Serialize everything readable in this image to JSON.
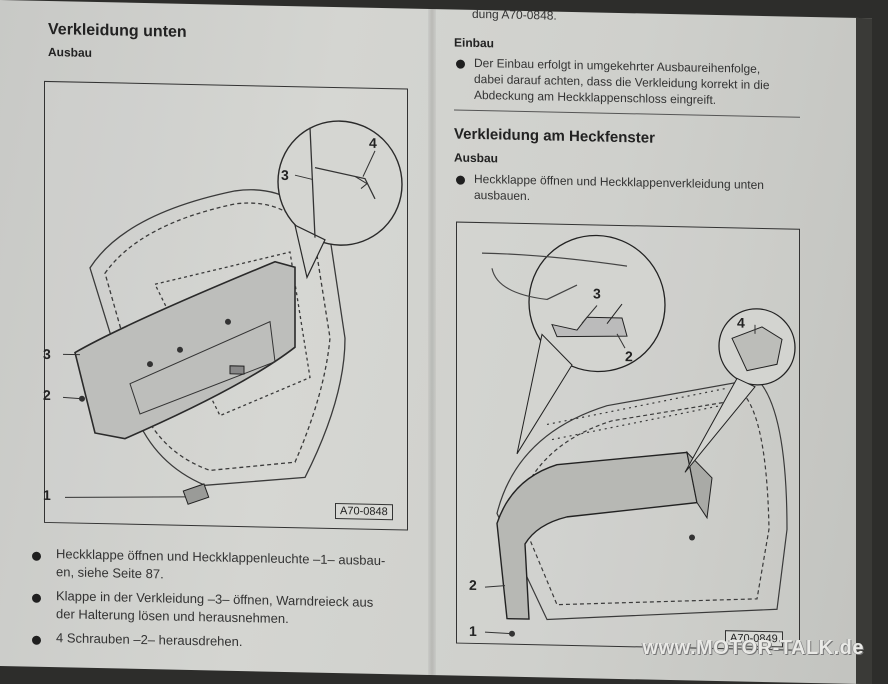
{
  "left": {
    "section_title": "Verkleidung unten",
    "subsection": "Ausbau",
    "figure_id": "A70-0848",
    "callouts": [
      "1",
      "2",
      "3",
      "3",
      "4"
    ],
    "steps": [
      "Heckklappe öffnen und Heckklappenleuchte –1– ausbau-",
      "en, siehe Seite 87.",
      "Klappe in der Verkleidung –3– öffnen, Warndreieck aus",
      "der Halterung lösen und herausnehmen.",
      "4 Schrauben –2– herausdrehen."
    ]
  },
  "right": {
    "top_fragment": "dung A70-0848.",
    "einbau_title": "Einbau",
    "einbau_text": [
      "Der Einbau erfolgt in umgekehrter Ausbaureihenfolge,",
      "dabei darauf achten, dass die Verkleidung korrekt in die",
      "Abdeckung am Heckklappenschloss eingreift."
    ],
    "section_title": "Verkleidung am Heckfenster",
    "subsection": "Ausbau",
    "step": [
      "Heckklappe öffnen und Heckklappenverkleidung unten",
      "ausbauen."
    ],
    "figure_id": "A70-0849",
    "callouts": [
      "1",
      "2",
      "2",
      "3",
      "4"
    ]
  },
  "watermark": "www.MOTOR-TALK.de"
}
